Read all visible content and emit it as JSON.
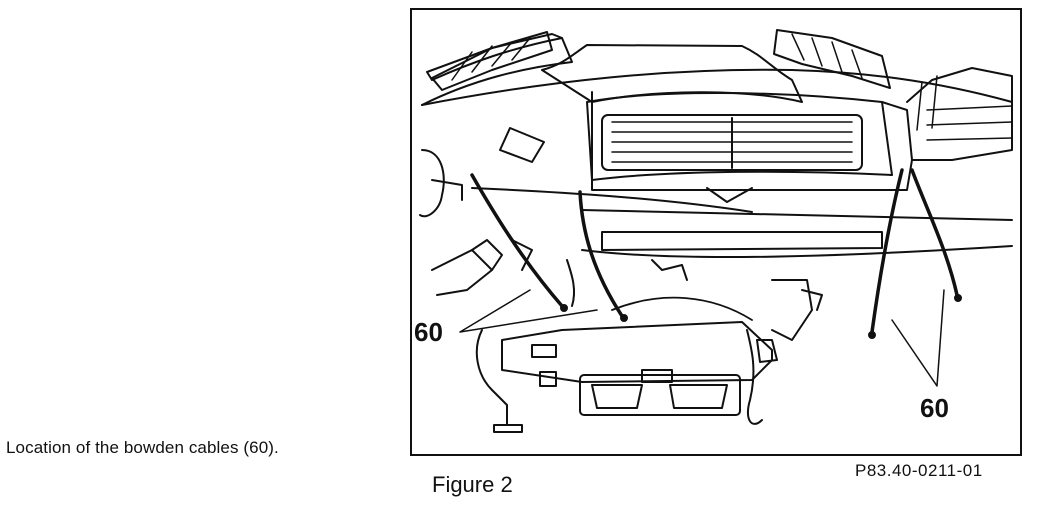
{
  "caption": "Location of the bowden cables (60).",
  "figure": {
    "callout_left": "60",
    "callout_right": "60",
    "label": "Figure 2",
    "code": "P83.40-0211-01"
  }
}
